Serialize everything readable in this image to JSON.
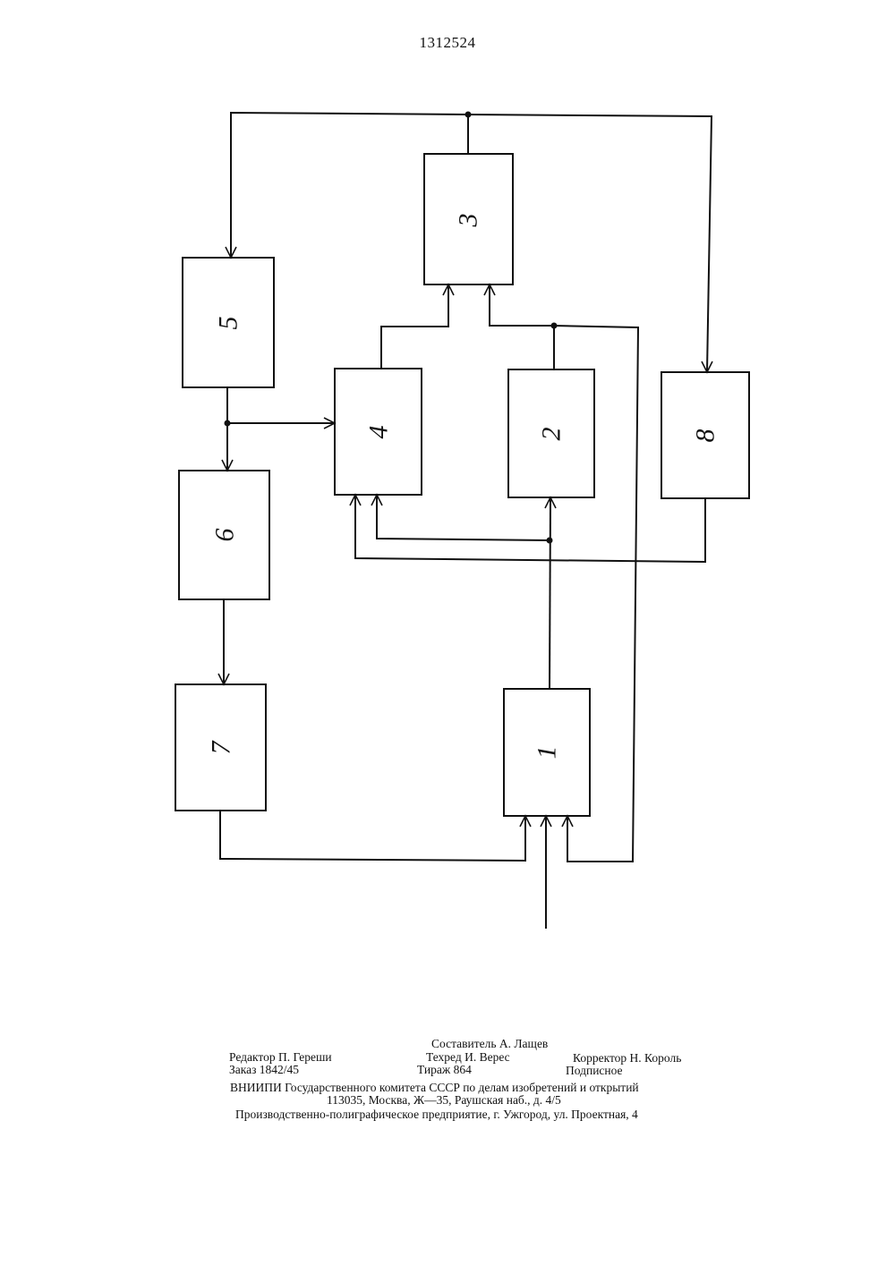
{
  "document": {
    "patent_number": "1312524"
  },
  "diagram": {
    "blocks": [
      {
        "id": "1",
        "label": "1"
      },
      {
        "id": "2",
        "label": "2"
      },
      {
        "id": "3",
        "label": "3"
      },
      {
        "id": "4",
        "label": "4"
      },
      {
        "id": "5",
        "label": "5"
      },
      {
        "id": "6",
        "label": "6"
      },
      {
        "id": "7",
        "label": "7"
      },
      {
        "id": "8",
        "label": "8"
      }
    ]
  },
  "imprint": {
    "compiler": "Составитель А. Лащев",
    "editor": "Редактор П. Гереши",
    "techred": "Техред И. Верес",
    "corrector": "Корректор Н. Король",
    "order": "Заказ 1842/45",
    "circulation": "Тираж 864",
    "subscription": "Подписное",
    "institute": "ВНИИПИ Государственного комитета СССР по делам изобретений и открытий",
    "address": "113035, Москва, Ж—35, Раушская наб., д. 4/5",
    "printer": "Производственно-полиграфическое предприятие, г. Ужгород, ул. Проектная, 4"
  }
}
